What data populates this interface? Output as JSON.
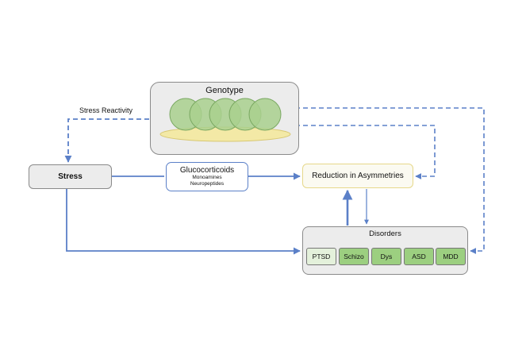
{
  "genotype": {
    "title": "Genotype"
  },
  "stress_reactivity": {
    "label": "Stress Reactivity"
  },
  "stress": {
    "label": "Stress"
  },
  "mediators": {
    "main": "Glucocorticoids",
    "sub1": "Monoamines",
    "sub2": "Neuropeptides"
  },
  "asymmetry": {
    "label": "Reduction in Asymmetries"
  },
  "disorders": {
    "title": "Disorders",
    "items": [
      {
        "label": "PTSD"
      },
      {
        "label": "Schizo"
      },
      {
        "label": "Dys"
      },
      {
        "label": "ASD"
      },
      {
        "label": "MDD"
      }
    ]
  },
  "colors": {
    "arrow": "#5b80c8",
    "chip_green": "#9ccf80",
    "chip_light": "#e4f1db",
    "circle_green": "#a9d08e",
    "ellipse_yellow": "#f3e9a6"
  }
}
